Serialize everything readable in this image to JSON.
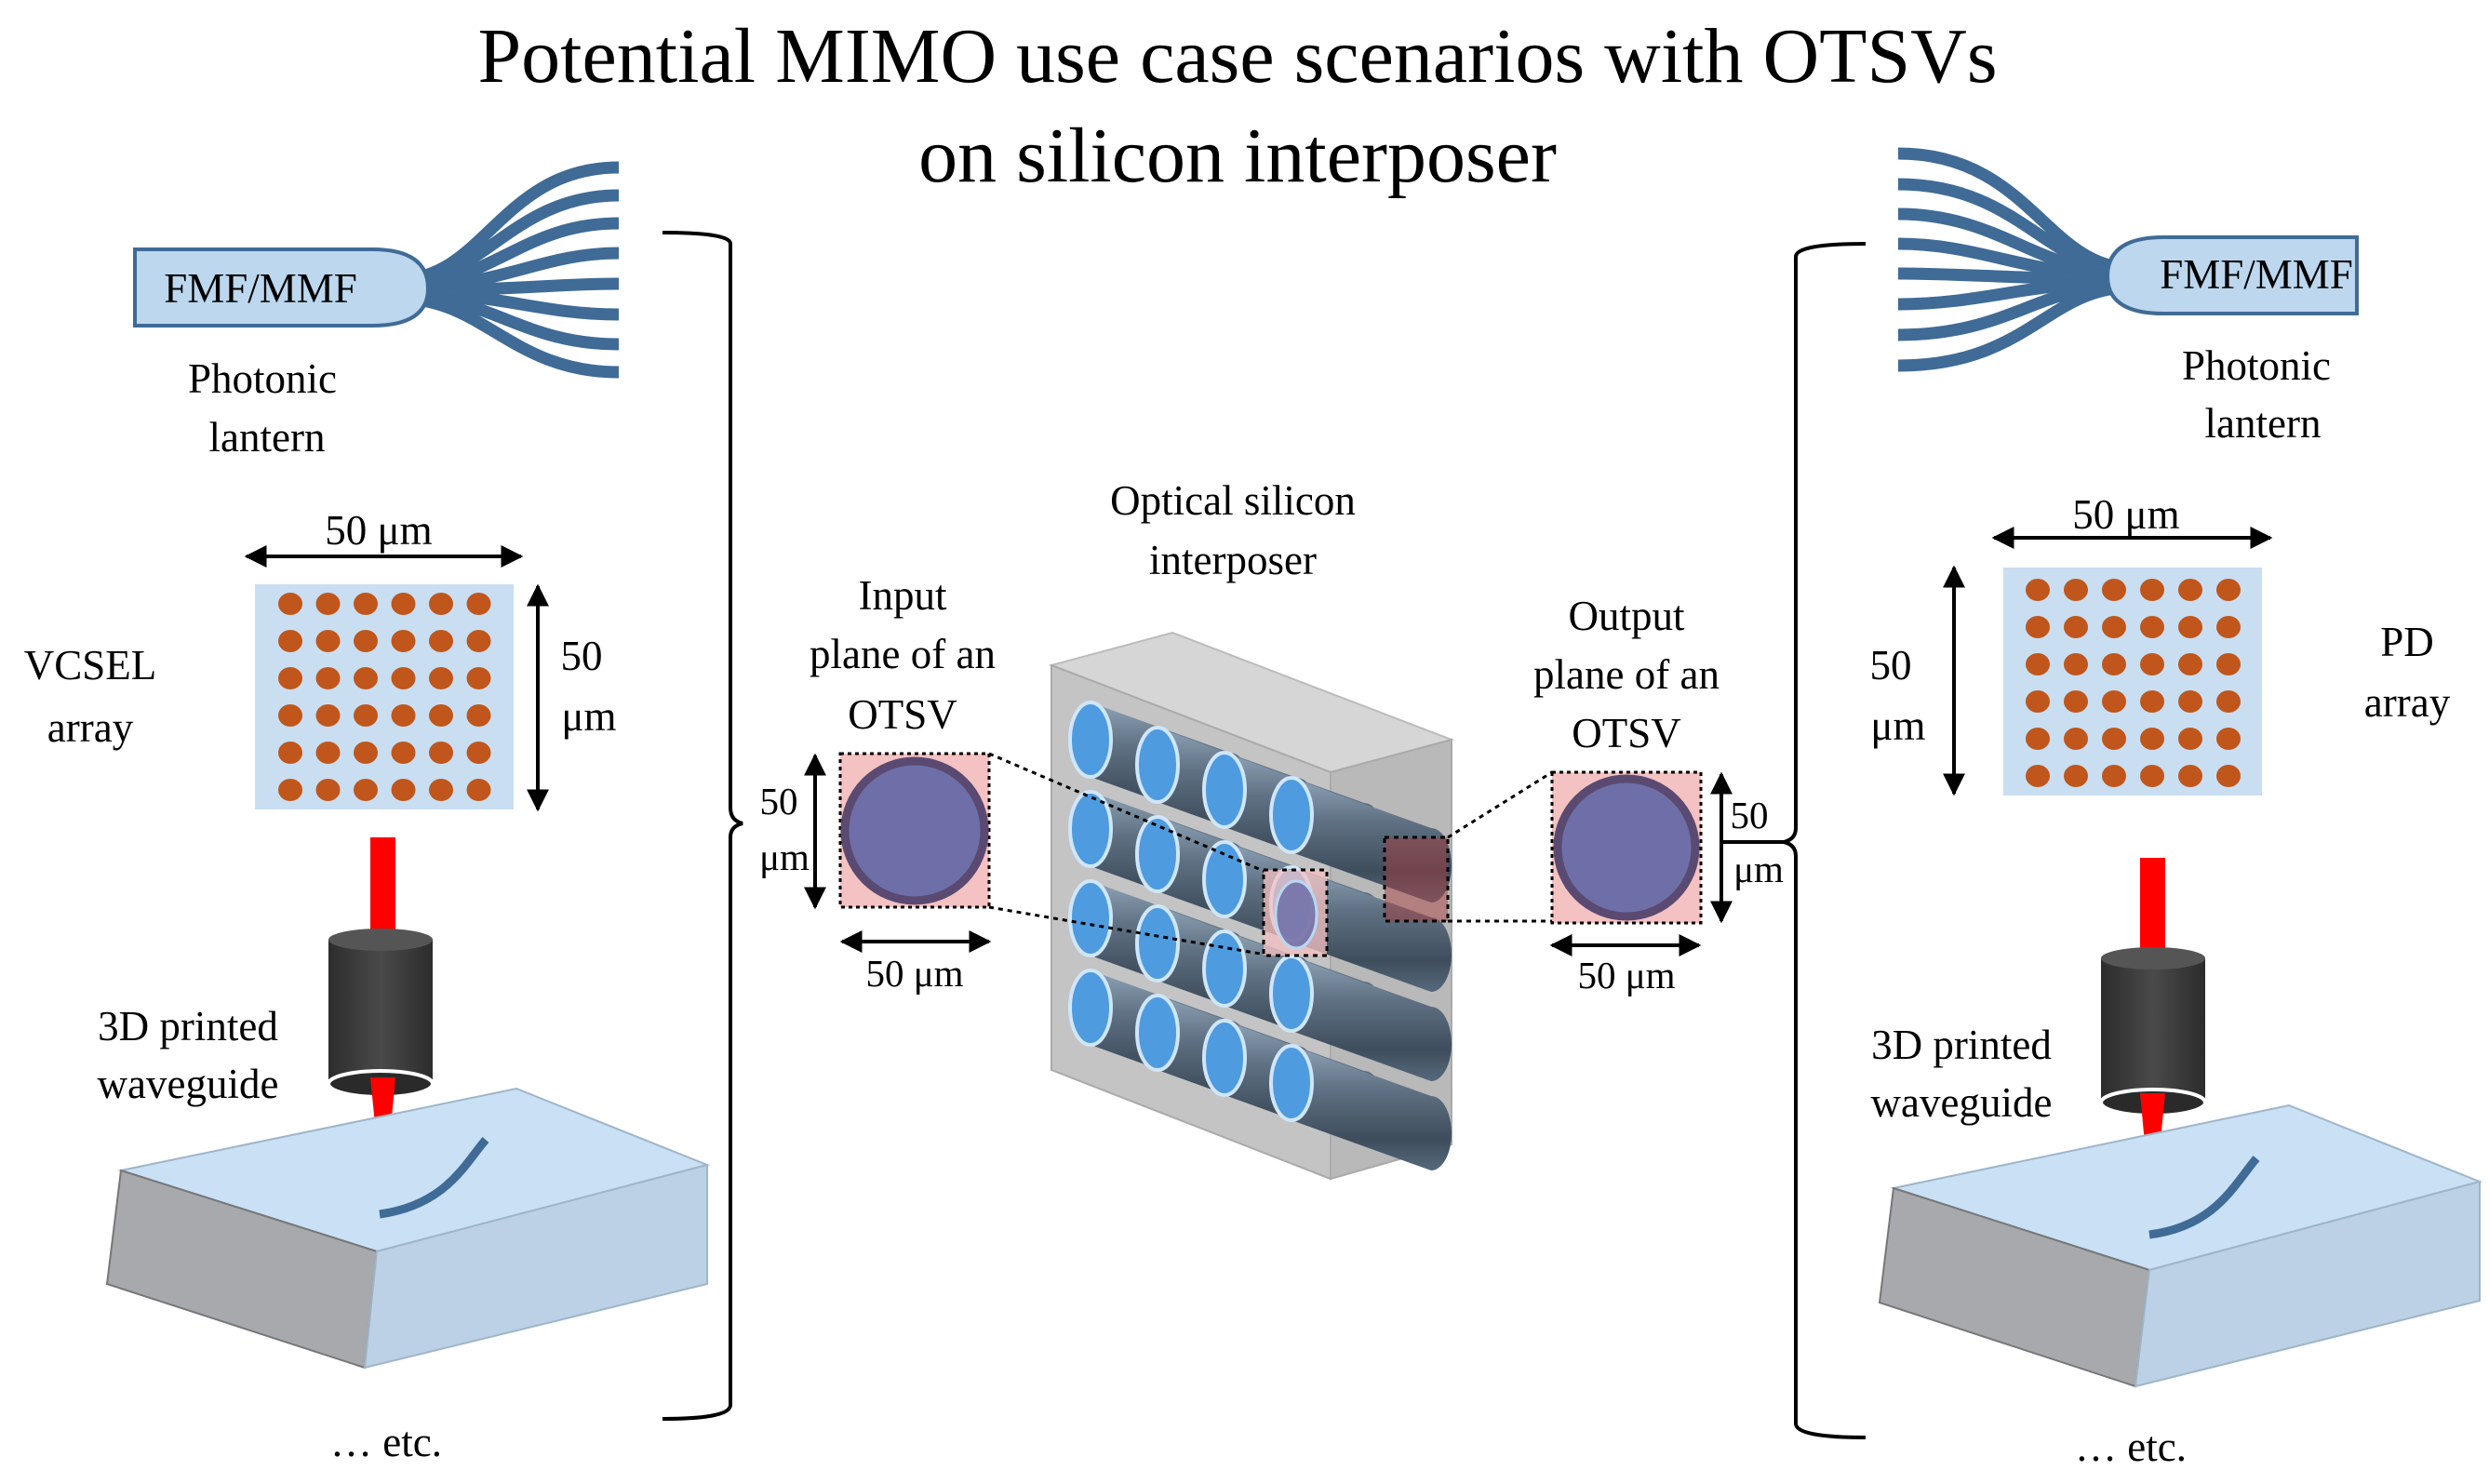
{
  "title": {
    "line1": "Potential MIMO use case scenarios with OTSVs",
    "line2": "on silicon interposer"
  },
  "left": {
    "fiber_label": "FMF/MMF",
    "lantern_label_1": "Photonic",
    "lantern_label_2": "lantern",
    "dim_top": "50 μm",
    "dim_side_1": "50",
    "dim_side_2": "μm",
    "array_label_1": "VCSEL",
    "array_label_2": "array",
    "waveguide_label_1": "3D printed",
    "waveguide_label_2": "waveguide",
    "etc_label": "… etc."
  },
  "center": {
    "interposer_label_1": "Optical silicon",
    "interposer_label_2": "interposer",
    "input_label_1": "Input",
    "input_label_2": "plane of an",
    "input_label_3": "OTSV",
    "input_dim_side_1": "50",
    "input_dim_side_2": "μm",
    "input_dim_bottom": "50 μm",
    "output_label_1": "Output",
    "output_label_2": "plane of an",
    "output_label_3": "OTSV",
    "output_dim_side_1": "50",
    "output_dim_side_2": "μm",
    "output_dim_bottom": "50 μm"
  },
  "right": {
    "fiber_label": "FMF/MMF",
    "lantern_label_1": "Photonic",
    "lantern_label_2": "lantern",
    "dim_top": "50 μm",
    "dim_side_1": "50",
    "dim_side_2": "μm",
    "array_label_1": "PD",
    "array_label_2": "array",
    "waveguide_label_1": "3D printed",
    "waveguide_label_2": "waveguide",
    "etc_label": "… etc."
  },
  "colors": {
    "fiber_fill": "#bcd7ee",
    "fiber_strands": "#3f6b96",
    "array_bg": "#c9def1",
    "array_dot": "#c0561b",
    "laser_red": "#ff0000",
    "lens_dark": "#3a3a3a",
    "substrate_top": "#c9e0f5",
    "substrate_side": "#a7a9ad",
    "otsv_pink": "#f4c2c2",
    "otsv_core": "#6e6fa8",
    "cylinder_face": "#4e9be0"
  },
  "icons": {
    "photonic_lantern": "photonic-lantern-icon",
    "vcsel_array": "emitter-array-icon",
    "pd_array": "detector-array-icon",
    "objective": "objective-lens-icon",
    "interposer": "interposer-block-icon"
  }
}
